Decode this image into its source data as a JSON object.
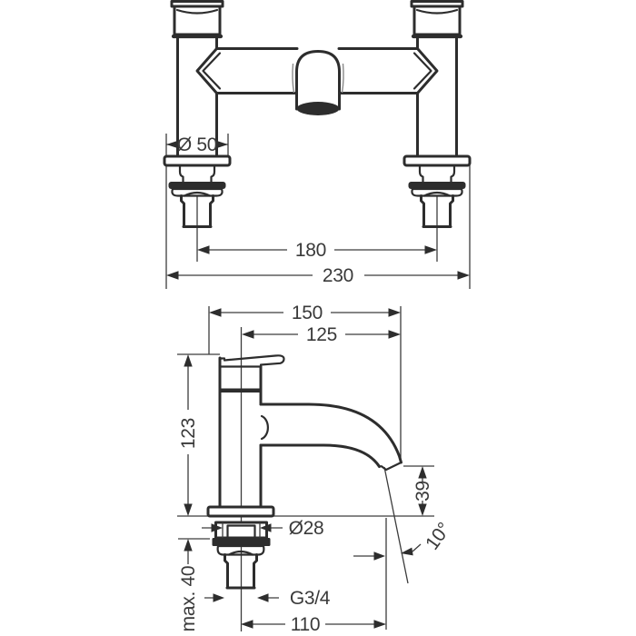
{
  "figure": {
    "front_view": {
      "dim_pillar_diameter": "Ø 50",
      "dim_center_distance": "180",
      "dim_overall_width": "230"
    },
    "side_view": {
      "dim_total_reach": "150",
      "dim_spout_reach": "125",
      "dim_body_height": "123",
      "dim_outlet_height": "39",
      "dim_shank_diameter": "Ø28",
      "dim_stream_angle": "10°",
      "dim_max_mounting": "max. 40",
      "dim_thread": "G3/4",
      "dim_projection": "110"
    }
  }
}
